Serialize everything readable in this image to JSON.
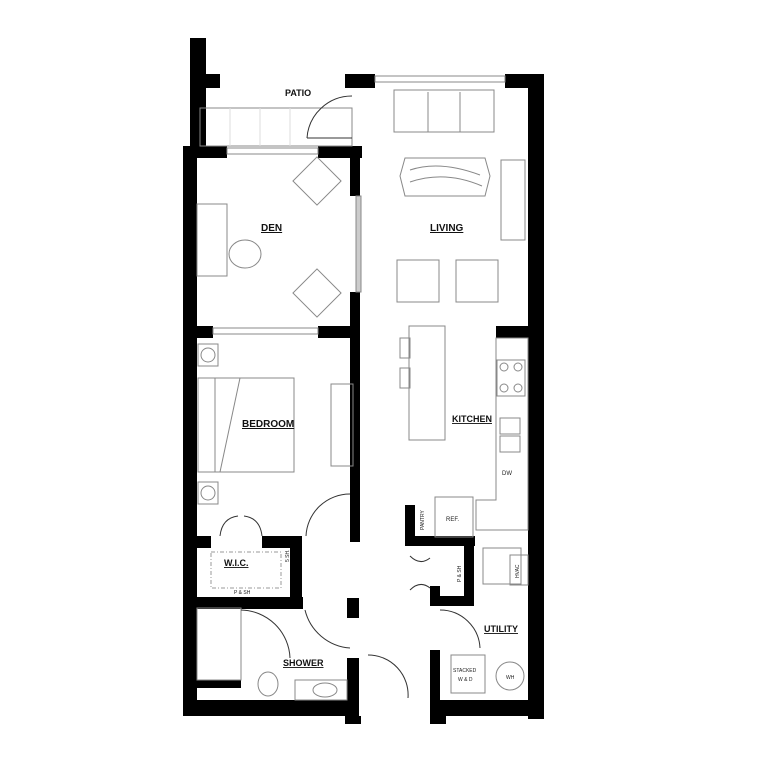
{
  "plan": {
    "rooms": [
      {
        "id": "patio",
        "label": "PATIO"
      },
      {
        "id": "den",
        "label": "DEN"
      },
      {
        "id": "living",
        "label": "LIVING"
      },
      {
        "id": "bedroom",
        "label": "BEDROOM"
      },
      {
        "id": "kitchen",
        "label": "KITCHEN"
      },
      {
        "id": "wic",
        "label": "W.I.C."
      },
      {
        "id": "shower",
        "label": "SHOWER"
      },
      {
        "id": "utility",
        "label": "UTILITY"
      }
    ],
    "fixtures": {
      "pantry": "PANTRY",
      "ref": "REF.",
      "dw": "DW",
      "hvac": "HVAC",
      "stacked_1": "STACKED",
      "stacked_2": "W & D",
      "wh": "WH",
      "psh": "P & SH",
      "psh_hall": "P & SH",
      "five_sh": "5 SH."
    }
  }
}
